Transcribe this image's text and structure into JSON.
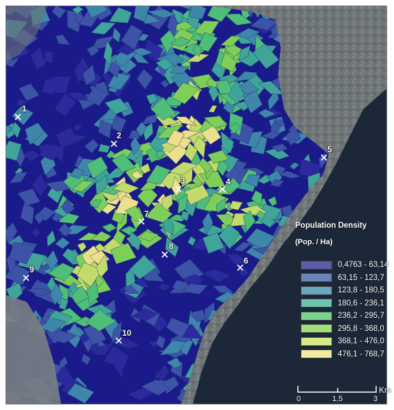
{
  "colors": {
    "background_dark": "#1a1a8a",
    "sea": "#1c2838",
    "land_grey": "#6f7577",
    "class_fills": [
      "#2a2a9e",
      "#3d53a8",
      "#3f86ab",
      "#3fa59b",
      "#4fbe78",
      "#7dcf5a",
      "#c3db6a",
      "#ece08c"
    ]
  },
  "legend": {
    "title": "Population Density",
    "unit": "(Pop. / Ha)",
    "classes": [
      {
        "label": "0,4763 - 63,14",
        "color": "#5c5ca8"
      },
      {
        "label": "63,15 - 123,7",
        "color": "#6a84b8"
      },
      {
        "label": "123,8 - 180,5",
        "color": "#6aa6c0"
      },
      {
        "label": "180,6 - 236,1",
        "color": "#6ec2b0"
      },
      {
        "label": "236,2 - 295,7",
        "color": "#7ad48e"
      },
      {
        "label": "295,8 - 368,0",
        "color": "#9fe078"
      },
      {
        "label": "368,1 - 476,0",
        "color": "#d6ea86"
      },
      {
        "label": "476,1 - 768,7",
        "color": "#f2ea9e"
      }
    ]
  },
  "markers": [
    {
      "label": "1",
      "icon": "cross-icon"
    },
    {
      "label": "2",
      "icon": "cross-icon"
    },
    {
      "label": "3",
      "icon": "cross-icon"
    },
    {
      "label": "4",
      "icon": "cross-icon"
    },
    {
      "label": "5",
      "icon": "cross-icon"
    },
    {
      "label": "6",
      "icon": "cross-icon"
    },
    {
      "label": "7",
      "icon": "cross-icon"
    },
    {
      "label": "8",
      "icon": "cross-icon"
    },
    {
      "label": "9",
      "icon": "cross-icon"
    },
    {
      "label": "10",
      "icon": "cross-icon"
    }
  ],
  "scale_bar": {
    "ticks": [
      "0",
      "1,5",
      "3"
    ],
    "unit": "Km"
  }
}
